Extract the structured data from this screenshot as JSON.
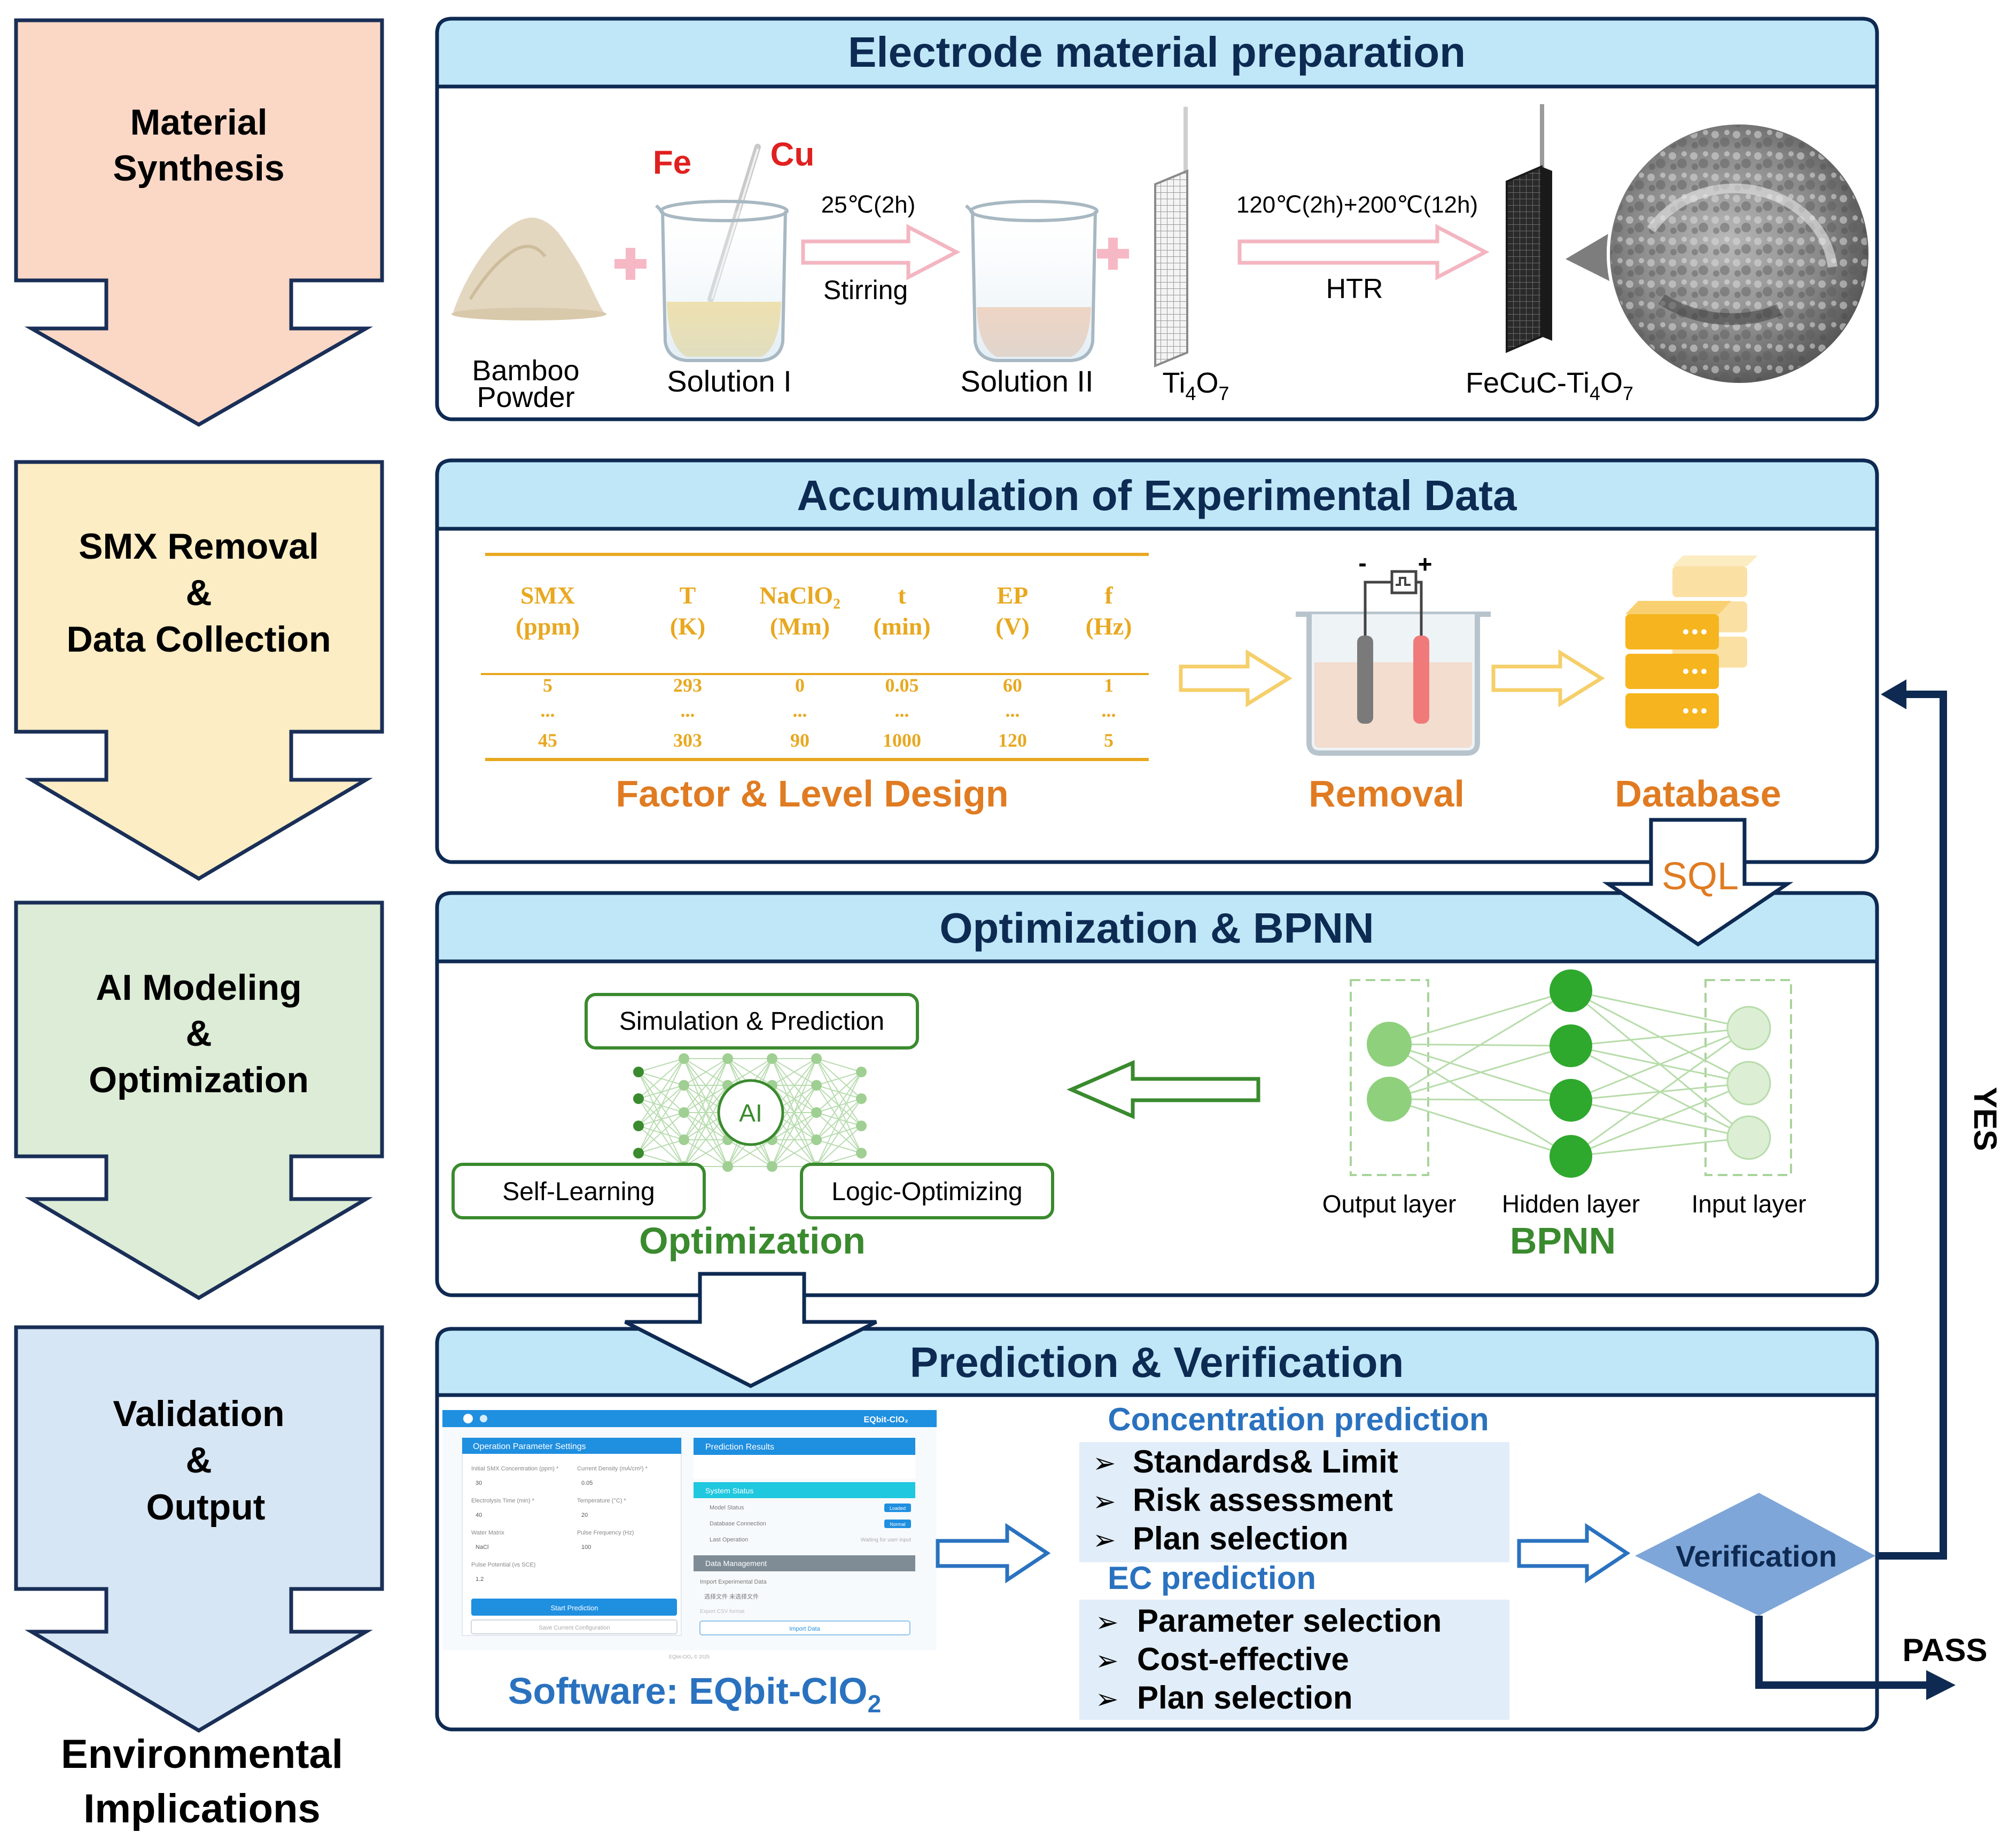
{
  "stages": [
    {
      "lines": [
        "Material",
        "Synthesis"
      ],
      "fill": "#fbd8c6"
    },
    {
      "lines": [
        "SMX Removal",
        "&",
        "Data Collection"
      ],
      "fill": "#fcedc4"
    },
    {
      "lines": [
        "AI Modeling",
        "&",
        "Optimization"
      ],
      "fill": "#dcecd6"
    },
    {
      "lines": [
        "Validation",
        "&",
        "Output"
      ],
      "fill": "#d6e6f4"
    }
  ],
  "final_stage": [
    "Environmental",
    "Implications"
  ],
  "panels": {
    "prep": {
      "title": "Electrode material preparation",
      "fe": "Fe",
      "cu": "Cu",
      "bamboo": [
        "Bamboo",
        "Powder"
      ],
      "solution1": "Solution I",
      "solution2": "Solution II",
      "cond1_top": "25℃(2h)",
      "cond1_bottom": "Stirring",
      "cond2_top": "120℃(2h)+200℃(12h)",
      "cond2_bottom": "HTR",
      "ti4o7": {
        "base": "Ti",
        "s1": "4",
        "mid": "O",
        "s2": "7"
      },
      "fecuc": {
        "base": "FeCuC-Ti",
        "s1": "4",
        "mid": "O",
        "s2": "7"
      }
    },
    "data": {
      "title": "Accumulation of Experimental Data",
      "table": {
        "headers": [
          [
            "SMX",
            "(ppm)"
          ],
          [
            "T",
            "(K)"
          ],
          [
            "NaClO₂",
            "(Mm)"
          ],
          [
            "t",
            "(min)"
          ],
          [
            "EP",
            "(V)"
          ],
          [
            "f",
            "(Hz)"
          ]
        ],
        "rows": [
          [
            "5",
            "293",
            "0",
            "0.05",
            "60",
            "1"
          ],
          [
            "...",
            "...",
            "...",
            "...",
            "...",
            "..."
          ],
          [
            "45",
            "303",
            "90",
            "1000",
            "120",
            "5"
          ]
        ]
      },
      "factor_label": "Factor & Level Design",
      "removal_label": "Removal",
      "database_label": "Database",
      "sql_label": "SQL",
      "minus": "-",
      "plus": "+"
    },
    "opt": {
      "title": "Optimization & BPNN",
      "sim": "Simulation & Prediction",
      "self": "Self-Learning",
      "logic": "Logic-Optimizing",
      "ai": "AI",
      "optimization": "Optimization",
      "output_layer": "Output layer",
      "hidden_layer": "Hidden layer",
      "input_layer": "Input layer",
      "bpnn": "BPNN"
    },
    "pred": {
      "title": "Prediction & Verification",
      "software_prefix": "Software: EQbit-ClO",
      "software_sub": "2",
      "conc_title": "Concentration prediction",
      "conc_items": [
        "Standards& Limit",
        "Risk assessment",
        "Plan selection"
      ],
      "ec_title": "EC prediction",
      "ec_items": [
        "Parameter selection",
        "Cost-effective",
        "Plan selection"
      ],
      "verification": "Verification",
      "yes": "YES",
      "pass": "PASS"
    }
  },
  "software_ui": {
    "brand": "EQbit-ClO₂",
    "param_header": "Operation Parameter Settings",
    "results_header": "Prediction Results",
    "status_header": "System Status",
    "data_header": "Data Management",
    "fields": [
      {
        "label": "Initial SMX Concentration (ppm) *",
        "value": "30"
      },
      {
        "label": "Current Density (mA/cm²) *",
        "value": "0.05"
      },
      {
        "label": "Electrolysis Time (min) *",
        "value": "40"
      },
      {
        "label": "Temperature (°C) *",
        "value": "20"
      },
      {
        "label": "Water Matrix",
        "value": "NaCl"
      },
      {
        "label": "Pulse Frequency (Hz)",
        "value": "100"
      },
      {
        "label": "Pulse Potential (vs SCE)",
        "value": "1.2"
      }
    ],
    "status_rows": [
      "Model Status",
      "Database Connection",
      "Last Operation"
    ],
    "status_badges": [
      "Loaded",
      "Normal"
    ],
    "waiting": "Waiting for user input",
    "import_label": "Import Experimental Data",
    "file_label": "选择文件   未选择文件",
    "export_label": "Export CSV format",
    "start_btn": "Start Prediction",
    "save_btn": "Save Current Configuration",
    "import_btn": "Import Data",
    "footer": "EQbit-ClO₂ © 2025"
  },
  "colors": {
    "header_fill": "#bfe7f8",
    "title_text": "#0d2b52",
    "orange_label": "#e07b22",
    "green_label": "#3a8a2e",
    "blue_label": "#2a72bf",
    "red_label": "#e02020",
    "navy": "#0e2a52",
    "table_gold": "#e8a820"
  }
}
